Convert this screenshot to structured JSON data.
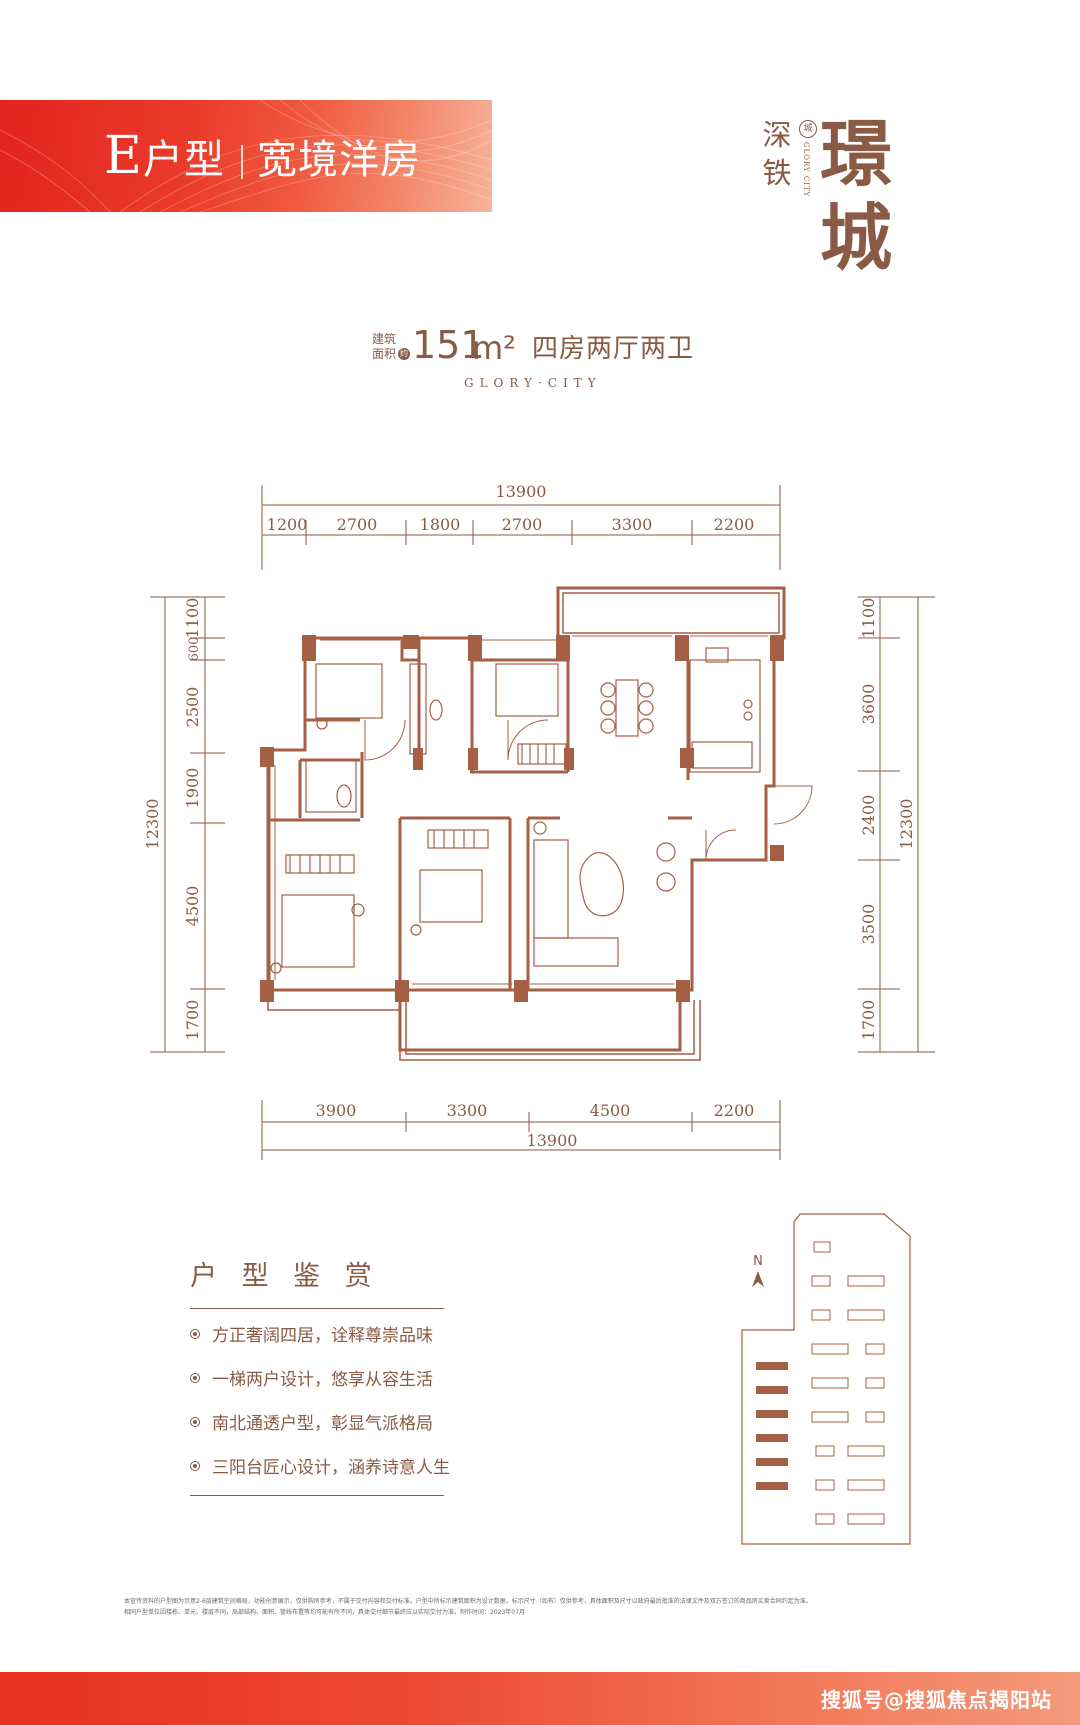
{
  "header": {
    "type_letter": "E",
    "type_word": "户型",
    "slogan": "宽境洋房"
  },
  "logo": {
    "small_chars": "深铁",
    "badge": "城",
    "vertical": "GLORY CITY",
    "big_chars": "璟城"
  },
  "area": {
    "tag": "建筑面积",
    "approx": "约",
    "value": "151",
    "unit": "m²",
    "rooms": "四房两厅两卫",
    "brand_line": "GLORY·CITY"
  },
  "plan": {
    "top_total": "13900",
    "top_dims": [
      "1200",
      "2700",
      "1800",
      "2700",
      "3300",
      "2200"
    ],
    "bottom_dims": [
      "3900",
      "3300",
      "4500",
      "2200"
    ],
    "bottom_total": "13900",
    "left_dims": [
      "1100",
      "600",
      "2500",
      "1900",
      "4500",
      "1700"
    ],
    "left_total": "12300",
    "right_dims": [
      "1100",
      "3600",
      "2400",
      "3500",
      "1700"
    ],
    "right_total": "12300"
  },
  "features": {
    "title": "户 型 鉴 赏",
    "items": [
      "方正奢阔四居，诠释尊崇品味",
      "一梯两户设计，悠享从容生活",
      "南北通透户型，彰显气派格局",
      "三阳台匠心设计，涵养诗意人生"
    ]
  },
  "sitemap": {
    "north": "N"
  },
  "disclaimer": [
    "本宣传资料的户型图为示意2-6层建筑空间格局，功能创意展示，仅供购房参考，不属于交付内容和交付标准。户型中所标示建筑面积为设计数据，标示尺寸（如有）仅供参考，具体面积及尺寸以政府最后批准的法律文件及双方签订的商品房买卖合同约定为准。",
    "相同户型单位因楼栋、单元、楼层不同，局部结构、面积、管线布置等均可能有所不同，具体交付细节最终应以实际交付为准。制作时间：2023年07月"
  ],
  "footer": {
    "watermark": "搜狐号@搜狐焦点揭阳站"
  },
  "colors": {
    "brand": "#8a5a44",
    "banner_red": "#e2241f",
    "wall": "#a45f45"
  }
}
